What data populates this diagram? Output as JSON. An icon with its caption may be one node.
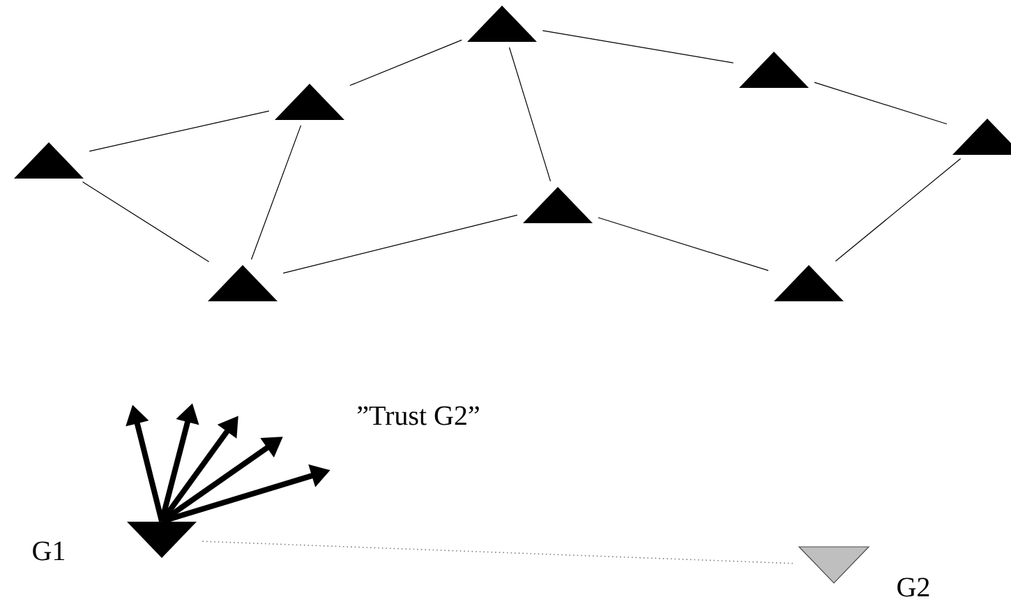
{
  "diagram": {
    "nodes": [
      {
        "text": [],
        "shape": "triangle"
      },
      {
        "text": [],
        "shape": "triangle"
      },
      {
        "text": [],
        "shape": "triangle"
      },
      {
        "text": [],
        "shape": "triangle"
      },
      {
        "text": [],
        "shape": "triangle"
      },
      {
        "text": [],
        "shape": "triangle"
      },
      {
        "text": [],
        "shape": "triangle"
      },
      {
        "text": [],
        "shape": "triangle"
      },
      {
        "text": [],
        "shape": "triangle",
        "beside": [
          "G1"
        ]
      },
      {
        "text": [],
        "shape": "triangle",
        "beside": [
          "G2"
        ]
      }
    ],
    "edges": [
      {
        "from": 0,
        "to": 1,
        "arrow": "none"
      },
      {
        "from": 0,
        "to": 6,
        "arrow": "none"
      },
      {
        "from": 1,
        "to": 2,
        "arrow": "none"
      },
      {
        "from": 1,
        "to": 6,
        "arrow": "none"
      },
      {
        "from": 2,
        "to": 3,
        "arrow": "none"
      },
      {
        "from": 2,
        "to": 5,
        "arrow": "none"
      },
      {
        "from": 3,
        "to": 4,
        "arrow": "none"
      },
      {
        "from": 4,
        "to": 7,
        "arrow": "none"
      },
      {
        "from": 6,
        "to": 5,
        "arrow": "none"
      },
      {
        "from": 5,
        "to": 7,
        "arrow": "none"
      },
      {
        "from": 8,
        "to": 9,
        "arrow": "none",
        "style": "dashed",
        "color": "#808080"
      },
      {
        "from": 8,
        "to": null,
        "arrow": "to",
        "style": "thick"
      },
      {
        "from": 8,
        "to": null,
        "arrow": "to",
        "style": "thick"
      },
      {
        "from": 8,
        "to": null,
        "arrow": "to",
        "style": "thick"
      },
      {
        "from": 8,
        "to": null,
        "arrow": "to",
        "style": "thick"
      },
      {
        "from": 8,
        "to": null,
        "arrow": "to",
        "style": "thick"
      }
    ],
    "labels": [
      "”Trust G2”"
    ]
  }
}
